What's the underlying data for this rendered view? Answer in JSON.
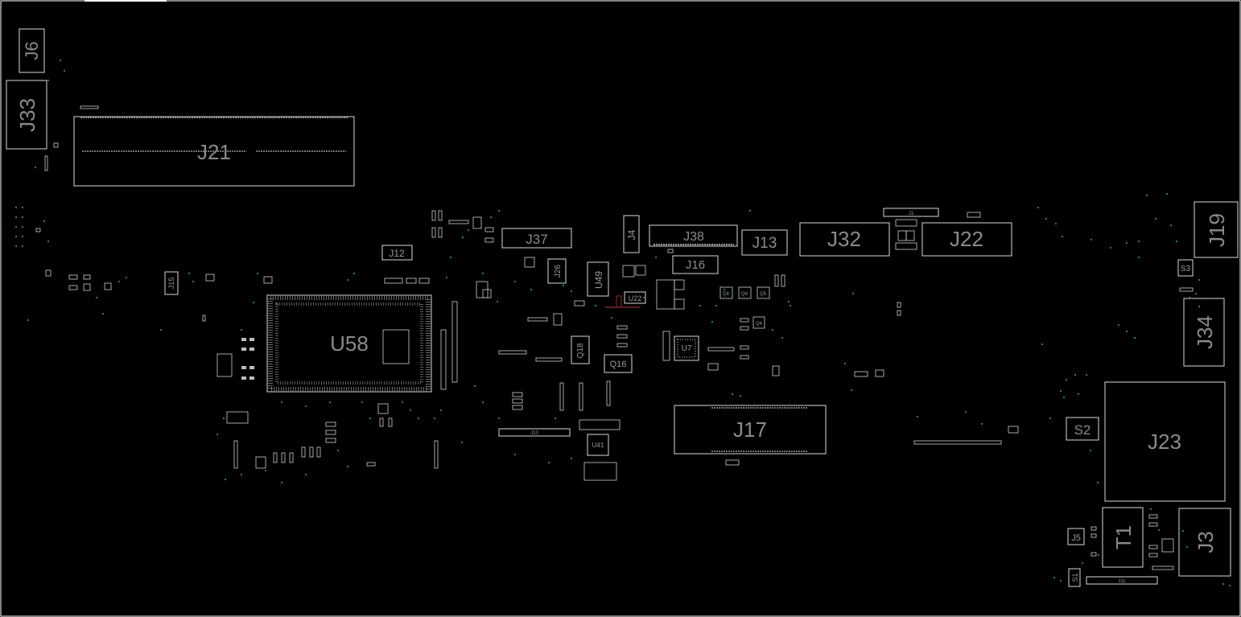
{
  "board": {
    "title": "",
    "colors": {
      "background": "#000000",
      "outline": "#d8d8d8",
      "label": "#8a8a8a",
      "via": "#1f8f7a",
      "marker": "#c0392b"
    },
    "components": {
      "J6": "J6",
      "J33": "J33",
      "J21": "J21",
      "J12": "J12",
      "J15": "J15",
      "U58": "U58",
      "J37": "J37",
      "J26": "J26",
      "J4": "J4",
      "U49": "U49",
      "J38": "J38",
      "J16": "J16",
      "J13": "J13",
      "J32": "J32",
      "J22": "J22",
      "J1": "J1",
      "J19": "J19",
      "S3": "S3",
      "J34": "J34",
      "U22": "U22",
      "Q18": "Q18",
      "Q16": "Q16",
      "U7": "U7",
      "J10": "J10",
      "U41": "U41",
      "J17": "J17",
      "S2": "S2",
      "J23": "J23",
      "J5": "J5",
      "T1": "T1",
      "J3": "J3",
      "S1": "S1",
      "J11": "J11",
      "Q8": "Q8",
      "Q9": "Q9",
      "Q5": "Q5",
      "Q4": "Q4"
    }
  }
}
